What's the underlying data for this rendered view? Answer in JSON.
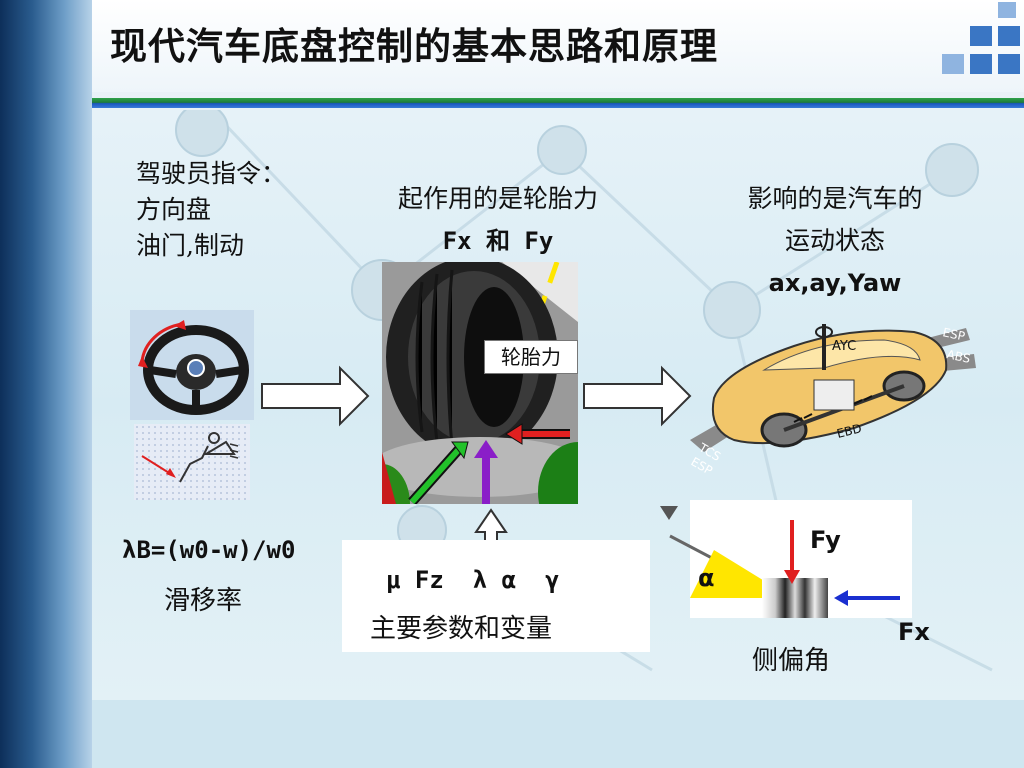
{
  "title": "现代汽车底盘控制的基本思路和原理",
  "driver": {
    "line1": "驾驶员指令：",
    "line2": "方向盘",
    "line3": "油门,制动"
  },
  "tire_force": {
    "line1": "起作用的是轮胎力",
    "line2": "Fx 和  Fy"
  },
  "vehicle_state": {
    "line1": "影响的是汽车的",
    "line2": "运动状态",
    "line3": "ax,ay,Yaw"
  },
  "tire_label": "轮胎力",
  "car_labels": {
    "ayc": "AYC",
    "esp_top": "ESP",
    "abs": "ABS",
    "ebd": "EBD",
    "tcs": "TCS",
    "esp_bottom": "ESP"
  },
  "slip": {
    "formula": "λB=(w0-w)/w0",
    "label": "滑移率"
  },
  "params": {
    "symbols": "μ Fz  λ α  γ",
    "label": "主要参数和变量"
  },
  "slip_angle": {
    "alpha": "α",
    "fy": "Fy",
    "fx": "Fx",
    "label": "侧偏角"
  },
  "colors": {
    "accent_blue": "#3a76c4",
    "header_green": "#2fa24a",
    "arrow_red": "#e02020",
    "arrow_green": "#22c22a",
    "arrow_purple": "#8a1ec8",
    "alpha_yellow": "#ffe600"
  }
}
